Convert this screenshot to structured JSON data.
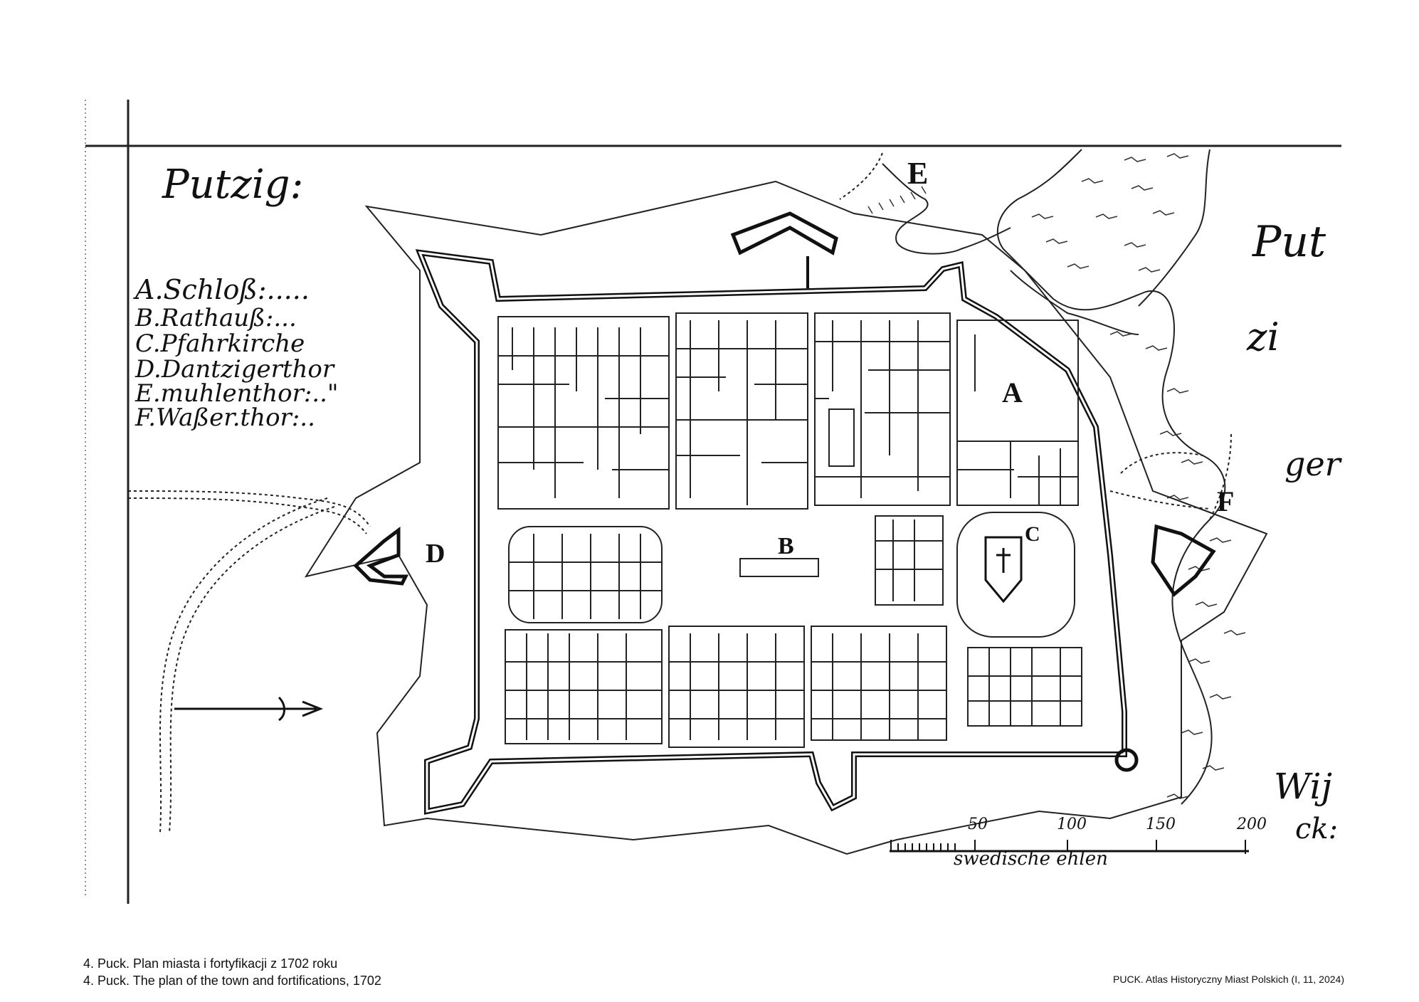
{
  "map": {
    "title": "Putzig:",
    "legend": [
      "A.Schloß:.....",
      "B.Rathauß:...",
      "C.Pfahrkirche",
      "D.Dantzigerthor",
      "E.muhlenthor:..\"",
      "F.Waßer.thor:.."
    ],
    "markers": {
      "A": "A",
      "B": "B",
      "C": "C",
      "D": "D",
      "E": "E",
      "F": "F"
    },
    "water_label": [
      "Put",
      "zi",
      "ger",
      "Wij",
      "ck:"
    ],
    "scale": {
      "ticks": [
        "50",
        "100",
        "150",
        "200"
      ],
      "unit": "swedische ehlen"
    }
  },
  "caption": {
    "line_pl": "4. Puck. Plan miasta i fortyfikacji z 1702 roku",
    "line_en": "4. Puck. The plan of the town and fortifications, 1702"
  },
  "credit": "PUCK. Atlas Historyczny Miast Polskich (I, 11, 2024)"
}
